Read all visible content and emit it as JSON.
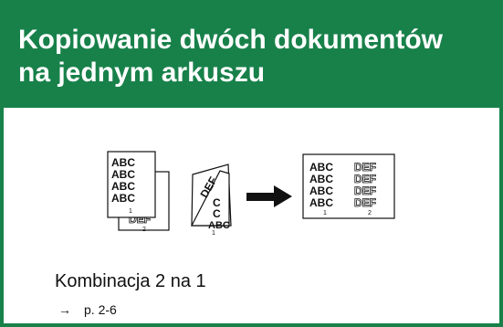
{
  "header": {
    "title_line1": "Kopiowanie dwóch dokumentów",
    "title_line2": "na jednym arkuszu"
  },
  "illustration": {
    "text_abc": "ABC",
    "text_def": "DEF",
    "page_1": "1",
    "page_2": "2"
  },
  "feature": {
    "name": "Kombinacja 2 na 1",
    "arrow_symbol": "→",
    "page_ref": "p. 2-6"
  },
  "colors": {
    "accent": "#18814a"
  }
}
